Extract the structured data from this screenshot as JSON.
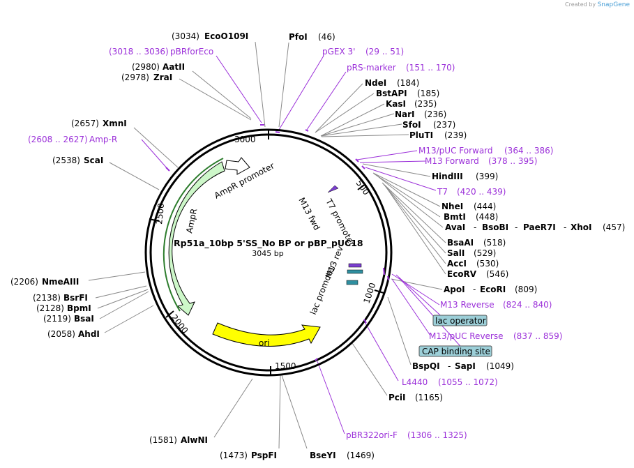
{
  "credit": {
    "created_by": "Created by",
    "brand": "SnapGene"
  },
  "plasmid": {
    "name": "Rp51a_10bp 5'SS_No BP or pBP_pUC18",
    "size": "3045 bp"
  },
  "ticks": [
    "500",
    "1000",
    "1500",
    "2000",
    "2500",
    "3000"
  ],
  "inner_labels": {
    "ampr_promoter": "AmpR promoter",
    "ampr": "AmpR",
    "ori": "ori",
    "m13_fwd": "M13 fwd",
    "t7_promoter": "T7 promoter",
    "m13_rev": "M13 rev",
    "lac_promoter": "lac promoter"
  },
  "sites_right": [
    {
      "name": "PfoI",
      "pos": "(46)"
    },
    {
      "name": "NdeI",
      "pos": "(184)"
    },
    {
      "name": "BstAPI",
      "pos": "(185)"
    },
    {
      "name": "KasI",
      "pos": "(235)"
    },
    {
      "name": "NarI",
      "pos": "(236)"
    },
    {
      "name": "SfoI",
      "pos": "(237)"
    },
    {
      "name": "PluTI",
      "pos": "(239)"
    },
    {
      "name": "HindIII",
      "pos": "(399)"
    },
    {
      "name": "NheI",
      "pos": "(444)"
    },
    {
      "name": "BmtI",
      "pos": "(448)"
    },
    {
      "name": "AvaI",
      "name2": "BsoBI",
      "name3": "PaeR7I",
      "name4": "XhoI",
      "pos": "(457)"
    },
    {
      "name": "BsaAI",
      "pos": "(518)"
    },
    {
      "name": "SalI",
      "pos": "(529)"
    },
    {
      "name": "AccI",
      "pos": "(530)"
    },
    {
      "name": "EcoRV",
      "pos": "(546)"
    },
    {
      "name": "ApoI",
      "name2": "EcoRI",
      "pos": "(809)"
    },
    {
      "name": "BspQI",
      "name2": "SapI",
      "pos": "(1049)"
    },
    {
      "name": "PciI",
      "pos": "(1165)"
    },
    {
      "name": "BseYI",
      "pos": "(1469)"
    }
  ],
  "sites_left": [
    {
      "name": "EcoO109I",
      "pos": "(3034)"
    },
    {
      "name": "AatII",
      "pos": "(2980)"
    },
    {
      "name": "ZraI",
      "pos": "(2978)"
    },
    {
      "name": "XmnI",
      "pos": "(2657)"
    },
    {
      "name": "ScaI",
      "pos": "(2538)"
    },
    {
      "name": "NmeAIII",
      "pos": "(2206)"
    },
    {
      "name": "BsrFI",
      "pos": "(2138)"
    },
    {
      "name": "BpmI",
      "pos": "(2128)"
    },
    {
      "name": "BsaI",
      "pos": "(2119)"
    },
    {
      "name": "AhdI",
      "pos": "(2058)"
    },
    {
      "name": "AlwNI",
      "pos": "(1581)"
    },
    {
      "name": "PspFI",
      "pos": "(1473)"
    }
  ],
  "features": [
    {
      "name": "pBRforEco",
      "range": "(3018 .. 3036)"
    },
    {
      "name": "pGEX 3'",
      "range": "(29 .. 51)"
    },
    {
      "name": "pRS-marker",
      "range": "(151 .. 170)"
    },
    {
      "name": "M13/pUC Forward",
      "range": "(364 .. 386)"
    },
    {
      "name": "M13 Forward",
      "range": "(378 .. 395)"
    },
    {
      "name": "T7",
      "range": "(420 .. 439)"
    },
    {
      "name": "Amp-R",
      "range": "(2608 .. 2627)"
    },
    {
      "name": "M13 Reverse",
      "range": "(824 .. 840)"
    },
    {
      "name": "M13/pUC Reverse",
      "range": "(837 .. 859)"
    },
    {
      "name": "L4440",
      "range": "(1055 .. 1072)"
    },
    {
      "name": "pBR322ori-F",
      "range": "(1306 .. 1325)"
    }
  ],
  "boxes": [
    {
      "name": "lac operator"
    },
    {
      "name": "CAP binding site"
    }
  ],
  "colors": {
    "feature": "#9b30d9",
    "ampr_fill": "#cdf7c9",
    "ori_fill": "#ffff00",
    "box_fill": "#9ccfd8"
  }
}
